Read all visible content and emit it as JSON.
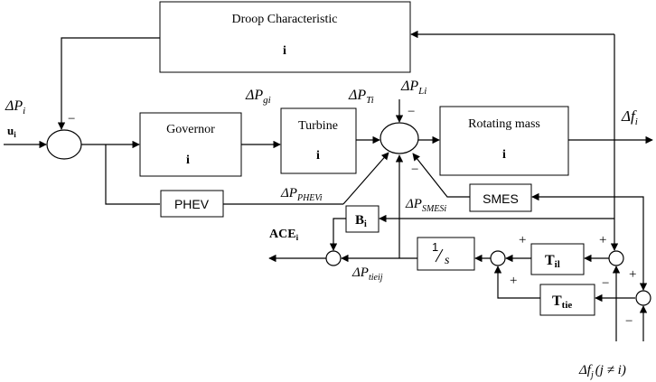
{
  "blocks": {
    "droop": {
      "title": "Droop Characteristic",
      "sub": "i"
    },
    "governor": {
      "title": "Governor",
      "sub": "i"
    },
    "turbine": {
      "title": "Turbine",
      "sub": "i"
    },
    "rotating": {
      "title": "Rotating mass",
      "sub": "i"
    },
    "phev": {
      "label": "PHEV"
    },
    "smes": {
      "label": "SMES"
    },
    "bias": {
      "label": "B",
      "sub": "i"
    },
    "integrator": {
      "num": "1",
      "den": "s"
    },
    "til": {
      "label": "T",
      "sub": "il"
    },
    "tie": {
      "label": "T",
      "sub": "tie"
    }
  },
  "signals": {
    "dPi": {
      "base": "ΔP",
      "sub": "i"
    },
    "ui": {
      "base": "u",
      "sub": "i"
    },
    "dPgi": {
      "base": "ΔP",
      "sub": "gi"
    },
    "dPTi": {
      "base": "ΔP",
      "sub": "Ti"
    },
    "dPLi": {
      "base": "ΔP",
      "sub": "Li"
    },
    "dfi": {
      "base": "Δf",
      "sub": "i"
    },
    "dPPHEV": {
      "base": "ΔP",
      "sub": "PHEVi"
    },
    "dPSMES": {
      "base": "ΔP",
      "sub": "SMESi"
    },
    "ace": {
      "base": "ACE",
      "sub": "i"
    },
    "dPtie": {
      "base": "ΔP",
      "sub": "tieij"
    },
    "dfj": {
      "base": "Δf",
      "sub": "j",
      "rest": "(j ≠ i)"
    }
  },
  "signs": {
    "minus": "−",
    "plus": "+"
  }
}
